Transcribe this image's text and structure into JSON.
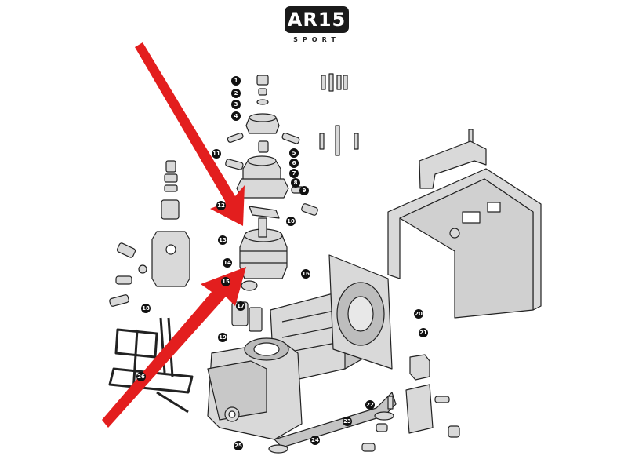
{
  "logo": {
    "text": "AR15",
    "subtext": "SPORT"
  },
  "colors": {
    "arrow": "#e31e1e",
    "line": "#222222",
    "part_fill": "#d9d9d9",
    "callout": "#111111"
  },
  "callouts": [
    "1",
    "2",
    "3",
    "4",
    "5",
    "6",
    "7",
    "8",
    "9",
    "10",
    "11",
    "12",
    "13",
    "14",
    "15",
    "16",
    "17",
    "18",
    "19",
    "20",
    "21",
    "22",
    "23",
    "24",
    "25",
    "26"
  ]
}
